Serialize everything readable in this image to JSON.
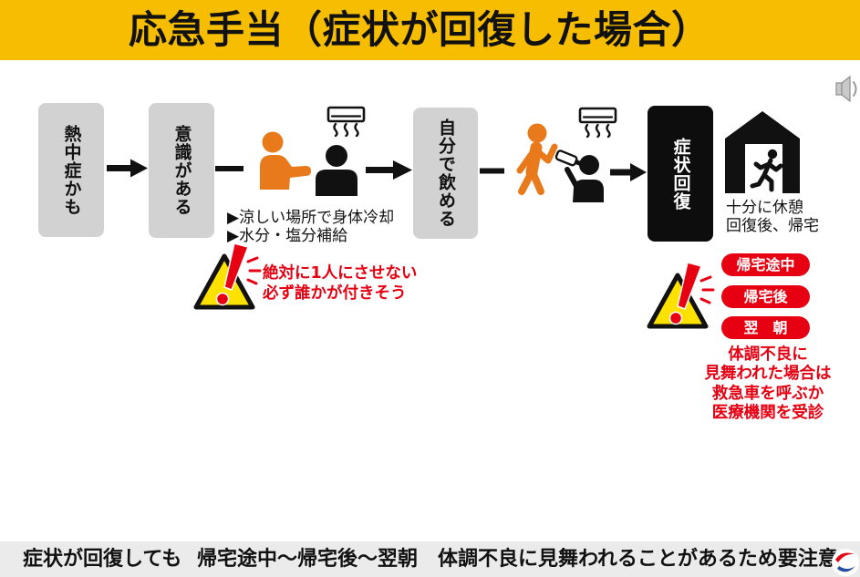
{
  "header": {
    "title": "応急手当（症状が回復した場合）"
  },
  "flow": {
    "steps": [
      "熱中症かも",
      "意識がある",
      "自分で飲める",
      "症状回復"
    ],
    "cooling_actions": [
      "▶涼しい場所で身体冷却",
      "▶水分・塩分補給"
    ],
    "recovery_notes": [
      "十分に休憩",
      "回復後、帰宅"
    ]
  },
  "caution_accompany": [
    "絶対に1人にさせない",
    "必ず誰かが付きそう"
  ],
  "caution_after_recovery": {
    "periods": [
      "帰宅途中",
      "帰宅後",
      "翌　朝"
    ],
    "advice": [
      "体調不良に",
      "見舞われた場合は",
      "救急車を呼ぶか",
      "医療機関を受診"
    ]
  },
  "footer": {
    "segments": [
      "症状が回復しても",
      "帰宅途中～帰宅後～翌朝",
      "体調不良に見舞われることがあるため要注意"
    ]
  },
  "colors": {
    "header_bg": "#F7BD00",
    "step_bg": "#D2D2D2",
    "dark_step_bg": "#0D0D0D",
    "person_orange": "#E87A1C",
    "alert_red": "#E60012",
    "warning_yellow": "#FFE100",
    "footer_bg": "#EBEBEB"
  },
  "icons": [
    "air-conditioner-icon",
    "person-helping-icon",
    "person-icon",
    "person-walking-icon",
    "person-drinking-icon",
    "house-exit-icon",
    "warning-icon",
    "speaker-icon",
    "logo-icon"
  ]
}
